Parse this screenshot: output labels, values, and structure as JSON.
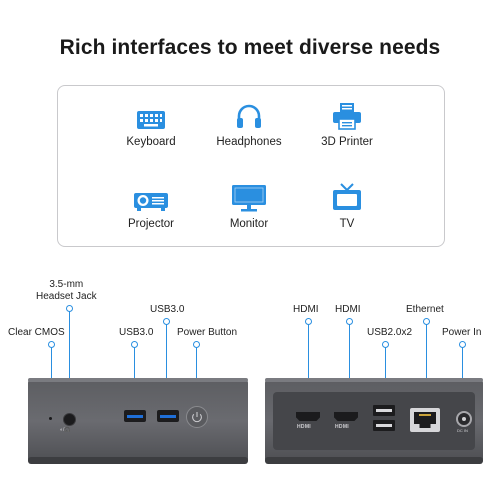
{
  "headline": "Rich interfaces to meet diverse needs",
  "accent_color": "#2a8fe0",
  "devices": [
    {
      "label": "Keyboard",
      "icon": "keyboard-icon"
    },
    {
      "label": "Headphones",
      "icon": "headphones-icon"
    },
    {
      "label": "3D Printer",
      "icon": "printer-icon"
    },
    {
      "label": "Projector",
      "icon": "projector-icon"
    },
    {
      "label": "Monitor",
      "icon": "monitor-icon"
    },
    {
      "label": "TV",
      "icon": "tv-icon"
    }
  ],
  "front_ports": {
    "clear_cmos": "Clear CMOS",
    "headset_jack_line1": "3.5-mm",
    "headset_jack_line2": "Headset Jack",
    "usb3_left": "USB3.0",
    "usb3_right": "USB3.0",
    "power_button": "Power Button",
    "jack_marking": "◐/🎧"
  },
  "rear_ports": {
    "hdmi_1": "HDMI",
    "hdmi_2": "HDMI",
    "usb2": "USB2.0x2",
    "ethernet": "Ethernet",
    "power_in": "Power In",
    "hdmi_logo": "HDMI",
    "dc_marking": "DC IN"
  }
}
